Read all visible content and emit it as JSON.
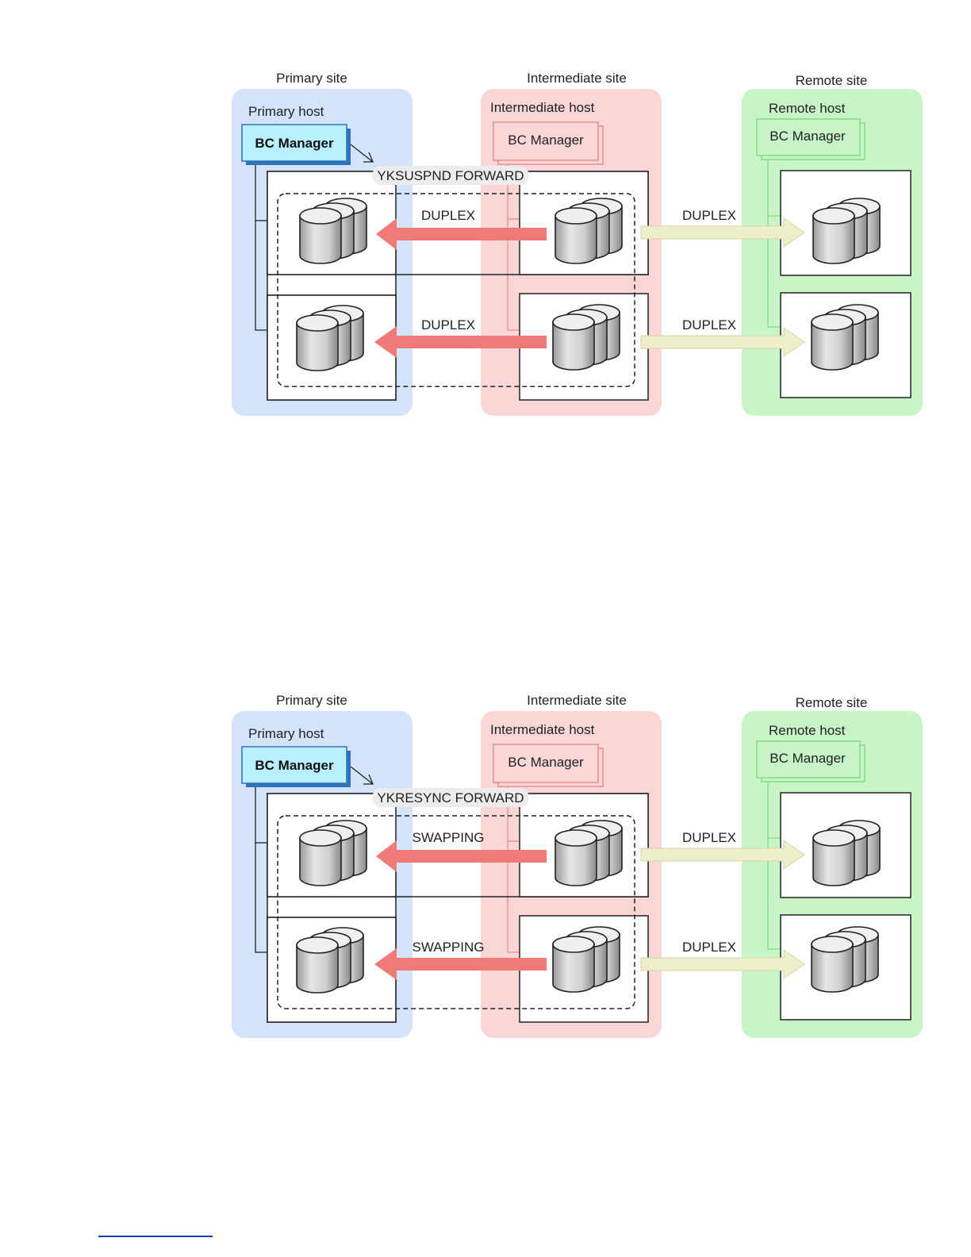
{
  "diagrams": [
    {
      "sites": {
        "primary": "Primary site",
        "intermediate": "Intermediate site",
        "remote": "Remote site"
      },
      "hosts": {
        "primary": "Primary host",
        "intermediate": "Intermediate host",
        "remote": "Remote host"
      },
      "bc_manager": {
        "primary": "BC Manager",
        "intermediate": "BC Manager",
        "remote": "BC Manager"
      },
      "command": "YKSUSPND FORWARD",
      "left_pair_status": [
        "DUPLEX",
        "DUPLEX"
      ],
      "right_pair_status": [
        "DUPLEX",
        "DUPLEX"
      ]
    },
    {
      "sites": {
        "primary": "Primary site",
        "intermediate": "Intermediate site",
        "remote": "Remote site"
      },
      "hosts": {
        "primary": "Primary host",
        "intermediate": "Intermediate host",
        "remote": "Remote host"
      },
      "bc_manager": {
        "primary": "BC Manager",
        "intermediate": "BC Manager",
        "remote": "BC Manager"
      },
      "command": "YKRESYNC FORWARD",
      "left_pair_status": [
        "SWAPPING",
        "SWAPPING"
      ],
      "right_pair_status": [
        "DUPLEX",
        "DUPLEX"
      ]
    }
  ],
  "colors": {
    "primary_site_fill": "#d3e4fa",
    "intermediate_site_fill": "#fbd6d6",
    "remote_site_fill": "#c8f5c8",
    "primary_bc_fill": "#b8f0ff",
    "left_arrow": "#f07a78",
    "right_arrow": "#eeeecb"
  }
}
